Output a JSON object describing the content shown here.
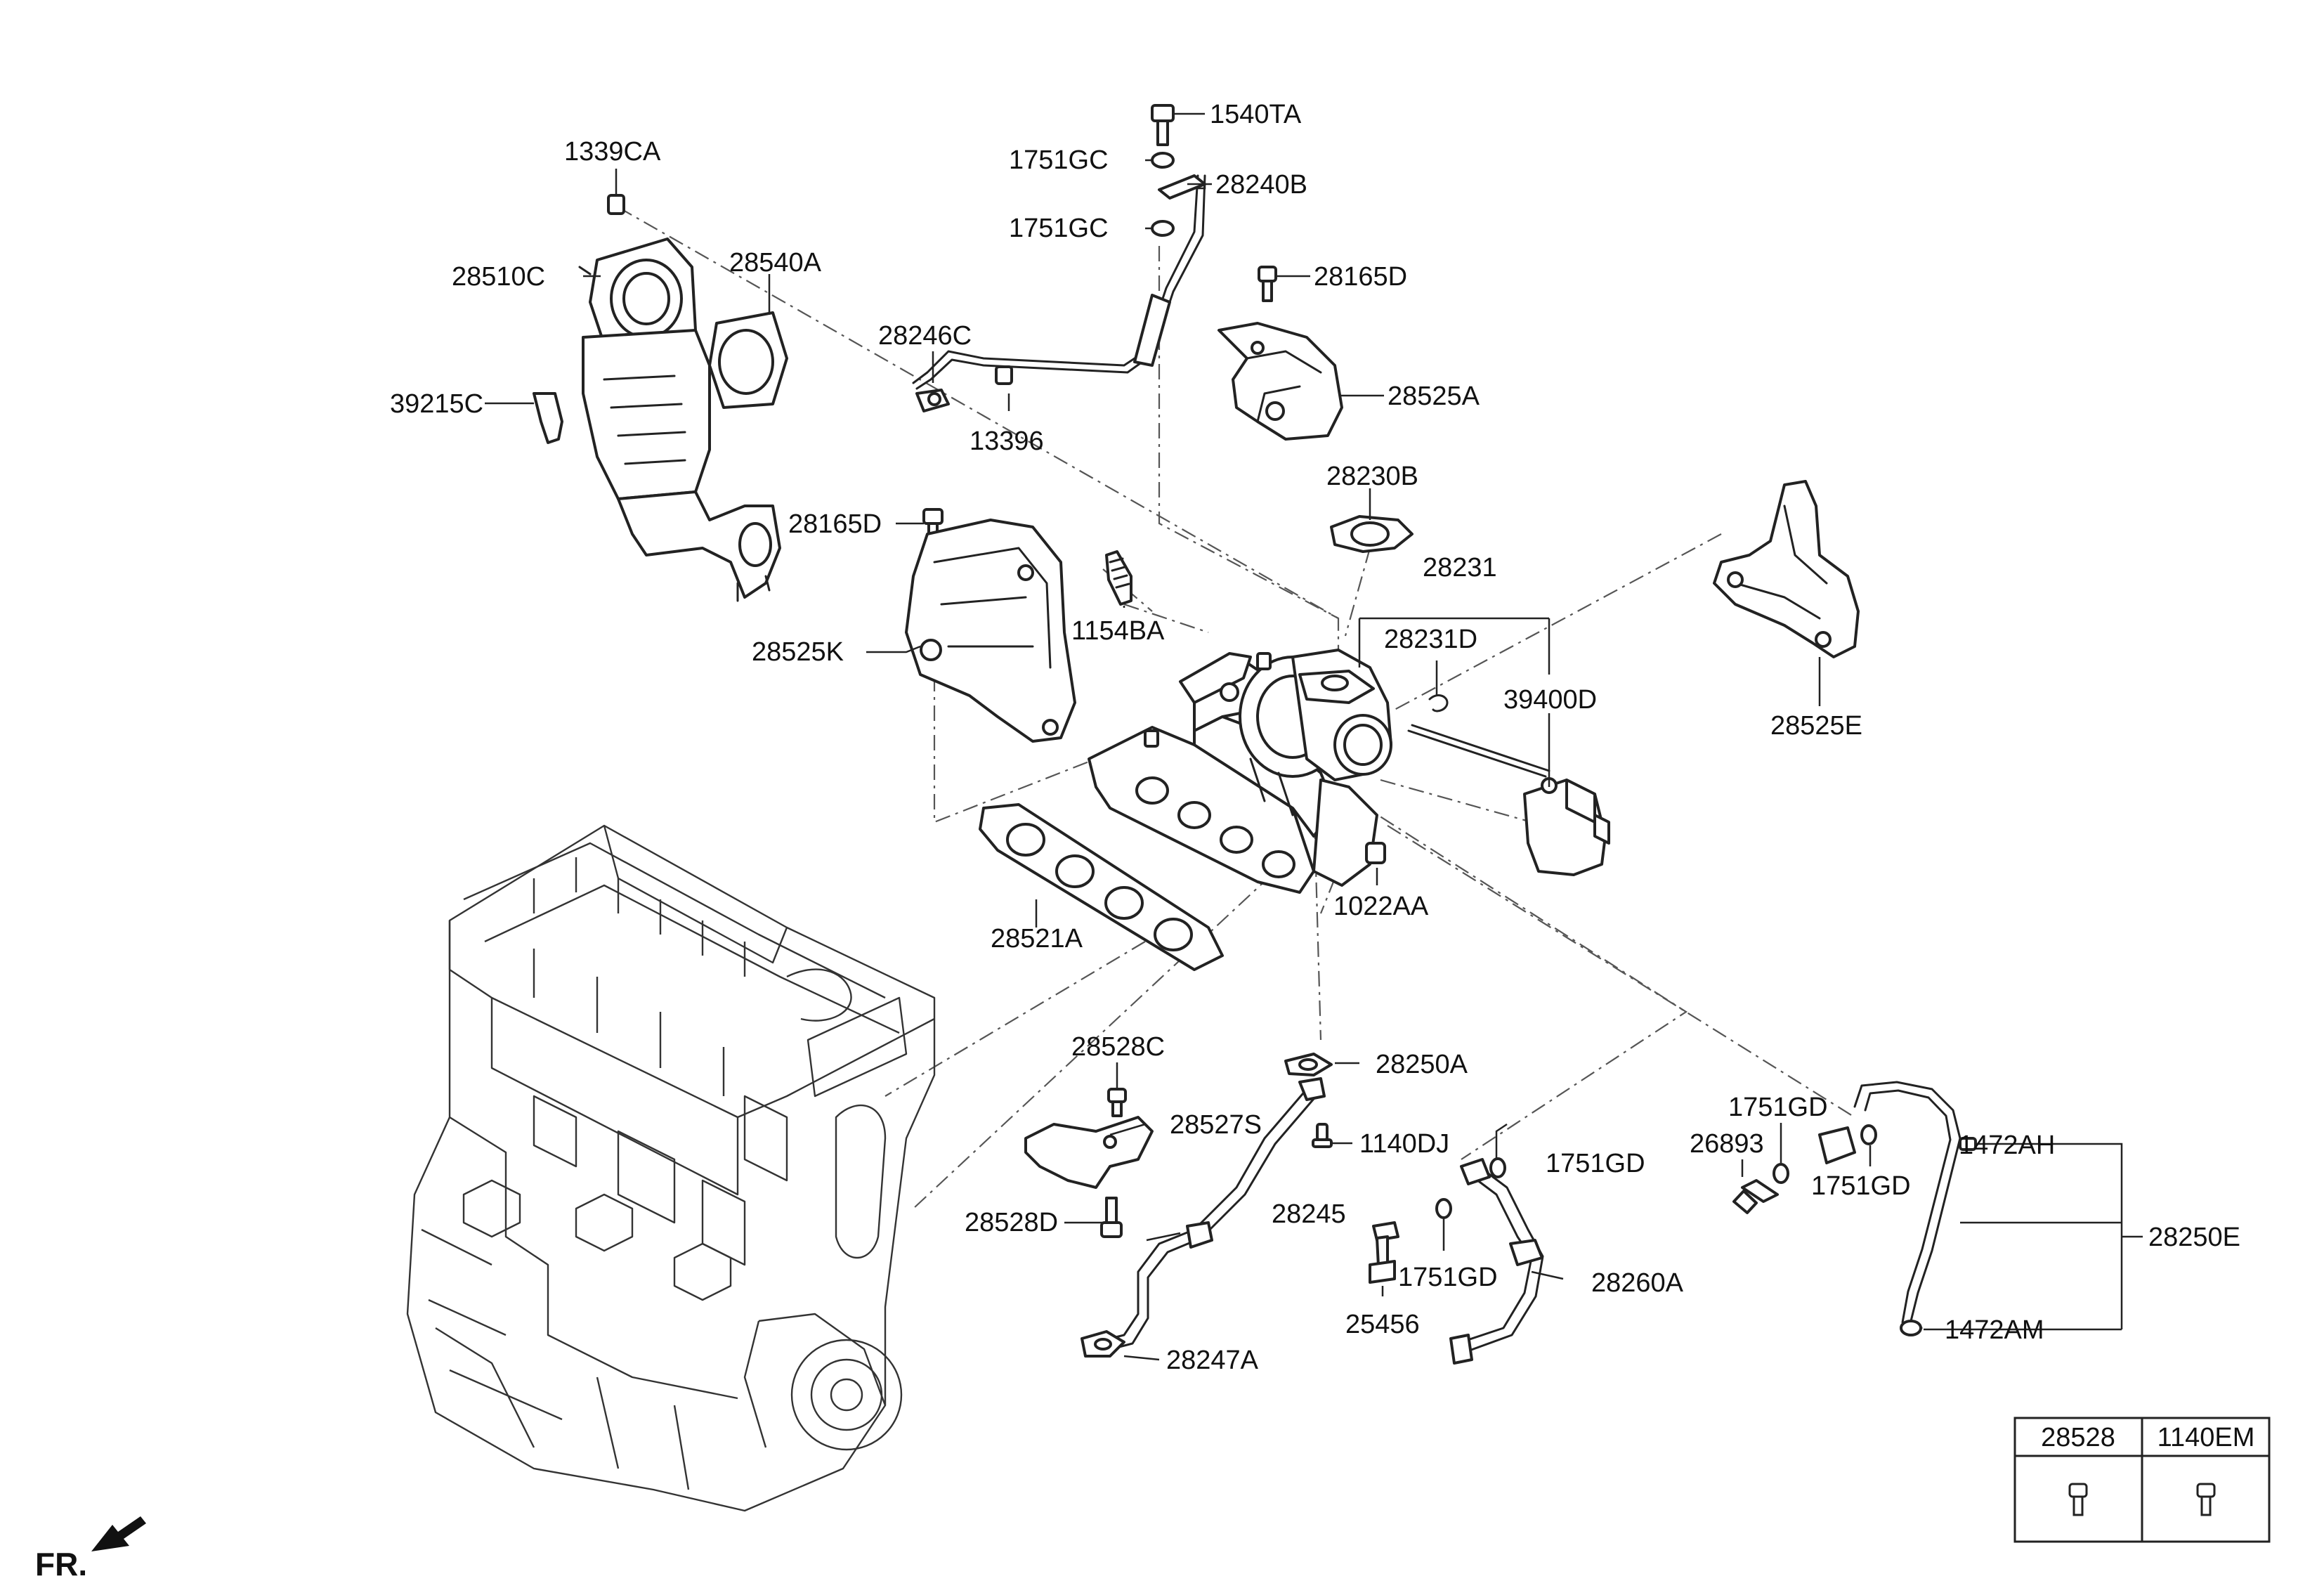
{
  "diagram": {
    "labels": {
      "p1540TA": "1540TA",
      "p1751GC_a": "1751GC",
      "p28240B": "28240B",
      "p1751GC_b": "1751GC",
      "p1339CA": "1339CA",
      "p28510C": "28510C",
      "p28540A": "28540A",
      "p39215C": "39215C",
      "p28246C": "28246C",
      "p13396": "13396",
      "p28165D_a": "28165D",
      "p28525A": "28525A",
      "p28230B": "28230B",
      "p28165D_b": "28165D",
      "p28231": "28231",
      "p28231D": "28231D",
      "p1154BA": "1154BA",
      "p28525K": "28525K",
      "p39400D": "39400D",
      "p28525E": "28525E",
      "p1022AA": "1022AA",
      "p28521A": "28521A",
      "p28528C": "28528C",
      "p28250A": "28250A",
      "p28527S": "28527S",
      "p1140DJ": "1140DJ",
      "p1751GD_a": "1751GD",
      "p1751GD_b": "1751GD",
      "p26893": "26893",
      "p1751GD_c": "1751GD",
      "p1472AH": "1472AH",
      "p28528D": "28528D",
      "p28245": "28245",
      "p1751GD_d": "1751GD",
      "p28260A": "28260A",
      "p28250E": "28250E",
      "p25456": "25456",
      "p1472AM": "1472AM",
      "p28247A": "28247A"
    },
    "direction_label": "FR.",
    "legend_table": {
      "headers": [
        "28528",
        "1140EM"
      ]
    }
  }
}
